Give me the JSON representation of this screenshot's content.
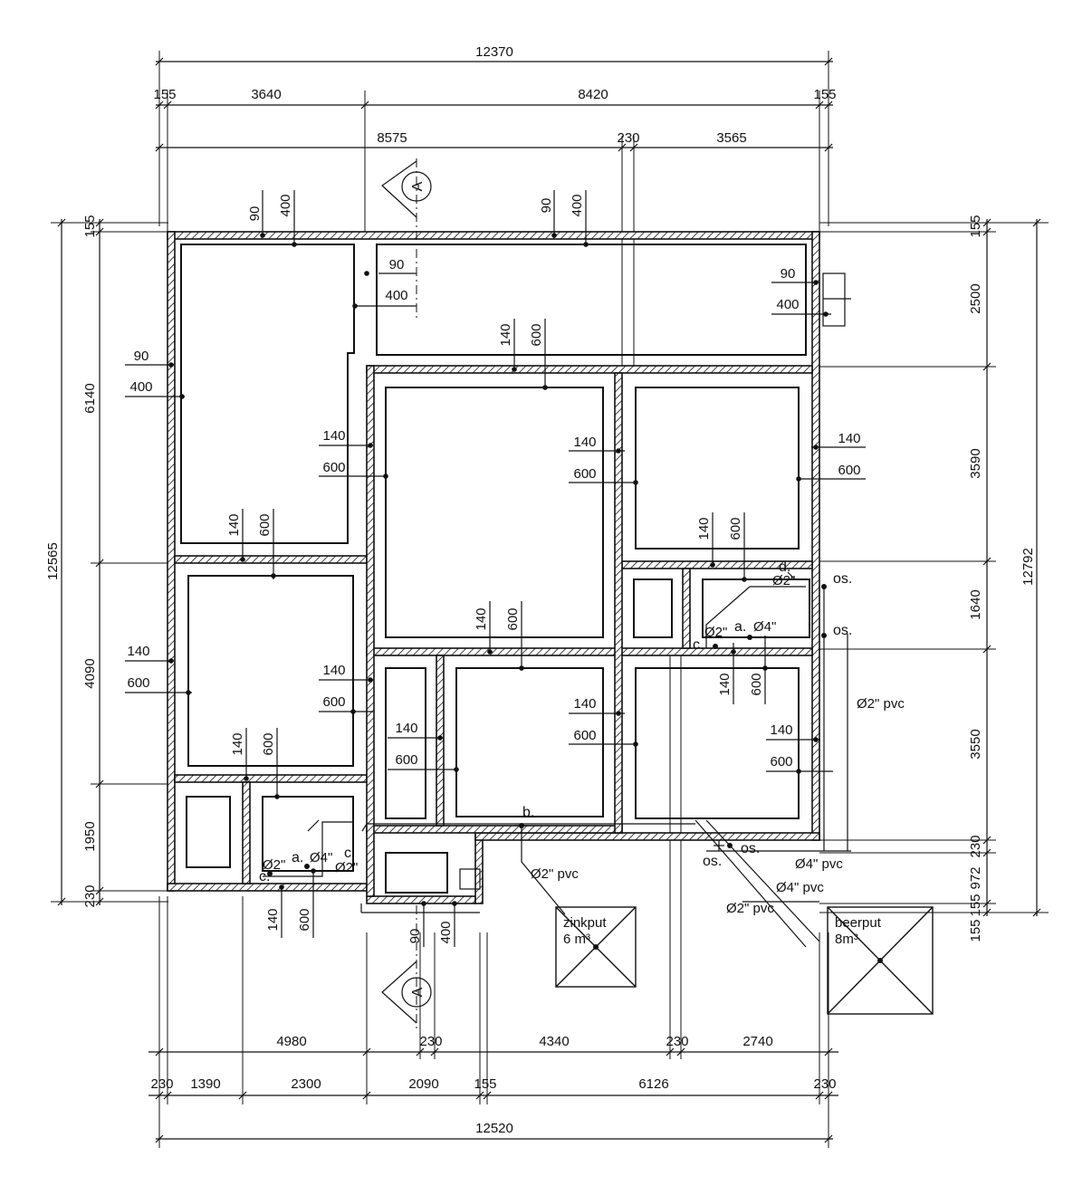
{
  "top_dims": {
    "overall": "12370",
    "left_edge": "155",
    "left_span": "3640",
    "right_span": "8420",
    "right_edge": "155",
    "mid_left": "8575",
    "mid_wall": "230",
    "mid_right": "3565"
  },
  "bottom_dims": {
    "row1": [
      "4980",
      "230",
      "4340",
      "230",
      "2740"
    ],
    "row2": [
      "230",
      "1390",
      "2300",
      "2090",
      "155",
      "6126",
      "230"
    ],
    "overall": "12520"
  },
  "left_dims": {
    "overall": "12565",
    "top_edge": "155",
    "spans": [
      "6140",
      "4090",
      "1950"
    ],
    "bottom_edge": "230"
  },
  "right_dims": {
    "overall": "12792",
    "top_edge": "155",
    "spans": [
      "2500",
      "3590",
      "1640",
      "3550"
    ],
    "small": [
      "230",
      "972",
      "155",
      "155"
    ]
  },
  "footing_labels": {
    "w90": "90",
    "w400": "400",
    "w140": "140",
    "w600": "600"
  },
  "section_marker": "A",
  "pipes": {
    "pvc2": "Ø2\" pvc",
    "pvc4": "Ø4\" pvc",
    "d2": "Ø2\"",
    "d4": "Ø4\"",
    "os": "os.",
    "a": "a.",
    "b": "b.",
    "c": "c.",
    "d": "d."
  },
  "zinkput": {
    "name": "zinkput",
    "volume": "6 m³"
  },
  "beerput": {
    "name": "beerput",
    "volume": "8m³"
  }
}
